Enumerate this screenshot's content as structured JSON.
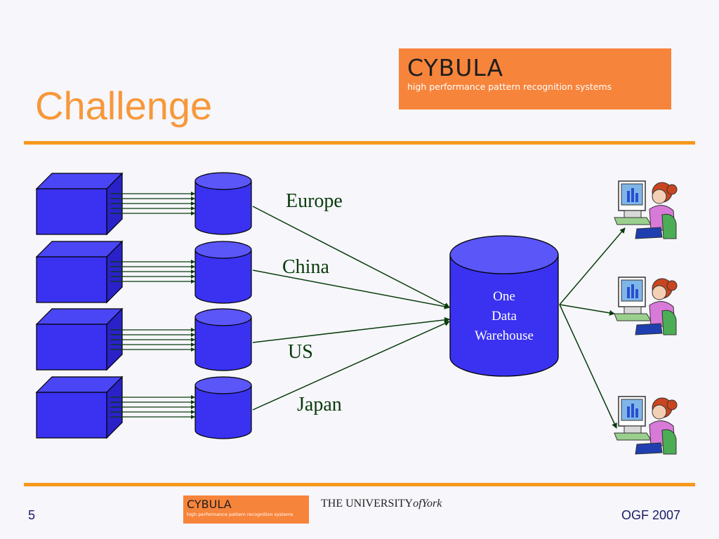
{
  "slide": {
    "title": "Challenge",
    "number": "5",
    "footer_right": "OGF 2007"
  },
  "logo_top": {
    "brand": "CYBULA",
    "tagline": "high performance pattern recognition systems"
  },
  "logo_bottom": {
    "brand": "CYBULA",
    "tagline": "high performance pattern recognition systems"
  },
  "university": {
    "prefix": "THE UNIVERSITY",
    "of": "of",
    "name": "York"
  },
  "diagram": {
    "regions": [
      "Europe",
      "China",
      "US",
      "Japan"
    ],
    "warehouse_lines": [
      "One",
      "Data",
      "Warehouse"
    ],
    "users": [
      "user-1",
      "user-2",
      "user-3"
    ]
  },
  "colors": {
    "title": "#f7983a",
    "rule": "#f7981d",
    "logo_bg": "#f7843b",
    "shape_fill": "#3a32f0",
    "connector": "#0a3b0a"
  }
}
